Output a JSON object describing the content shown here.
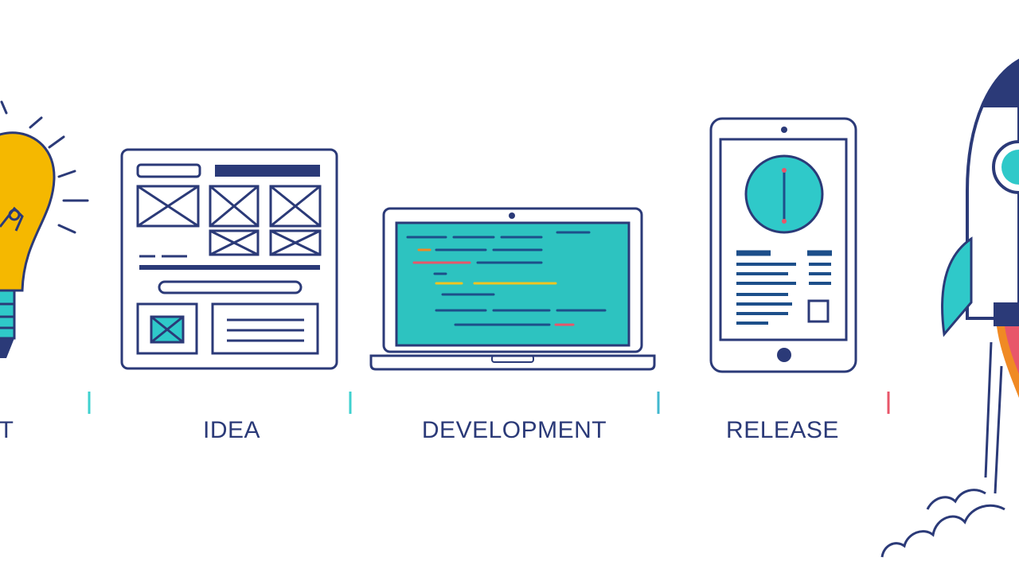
{
  "timeline": {
    "stages": [
      {
        "label": "T"
      },
      {
        "label": "IDEA"
      },
      {
        "label": "DEVELOPMENT"
      },
      {
        "label": "RELEASE"
      }
    ]
  },
  "colors": {
    "outline": "#2b3a78",
    "teal": "#2fc9c9",
    "screen": "#2dc3c0",
    "bulb": "#f5b800",
    "line_start": "#3fd1cf",
    "line_end": "#e8566a",
    "rocket_flame": "#f08a24"
  },
  "icons": [
    "lightbulb-icon",
    "wireframe-icon",
    "laptop-icon",
    "tablet-icon",
    "rocket-icon"
  ]
}
